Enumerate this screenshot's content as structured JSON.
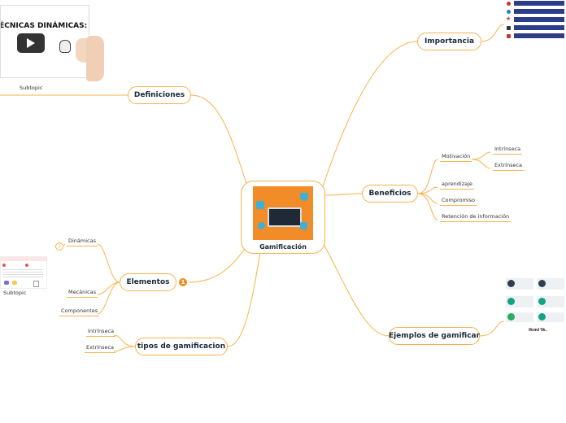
{
  "center": {
    "label": "Gamificación"
  },
  "video": {
    "title": "TÉCNICAS DINÁMICAS:"
  },
  "definiciones": {
    "label": "Definiciones",
    "subtopic": "Subtopic"
  },
  "elementos": {
    "label": "Elementos",
    "badge": "1",
    "collapse": "?",
    "children": [
      "Dinámicas",
      "Mecánicas",
      "Componentes"
    ],
    "subtopic": "Subtopic"
  },
  "tipos": {
    "label": "tipos de gamificacion",
    "children": [
      "Intrínseca",
      "Extrínseca"
    ]
  },
  "importancia": {
    "label": "Importancia"
  },
  "beneficios": {
    "label": "Beneficios",
    "motivacion": {
      "label": "Motivación",
      "children": [
        "Intrínseca",
        "Extrínseca"
      ]
    },
    "others": [
      "aprendizaje",
      "Compromiso",
      "Retención de información"
    ]
  },
  "ejemplos": {
    "label": "Ejemplos de gamificar",
    "caption": "Ikmi'Ik."
  },
  "colors": {
    "accent": "#f6b24a",
    "badge": "#f08c1e",
    "text": "#1a2a3a"
  }
}
